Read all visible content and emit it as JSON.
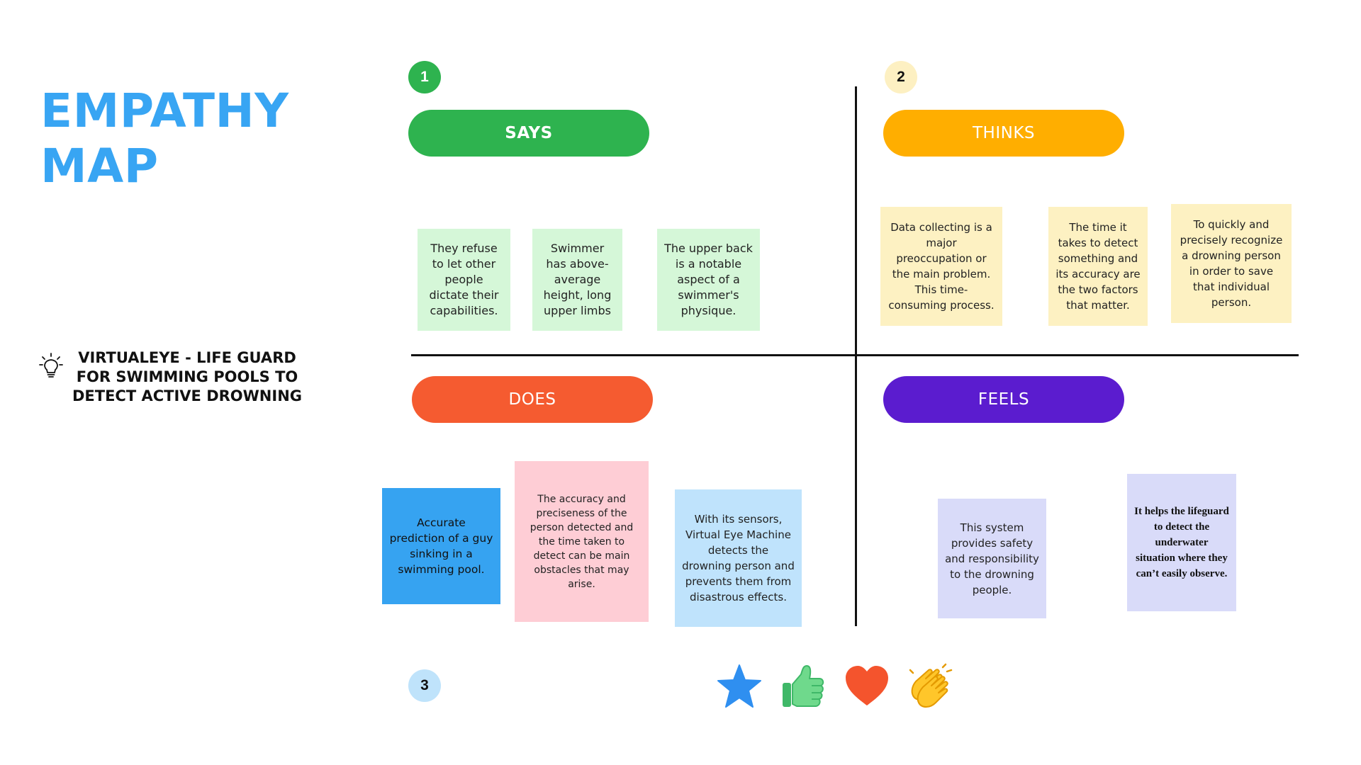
{
  "title": {
    "line1": "EMPATHY",
    "line2": "MAP"
  },
  "subtitle": {
    "text": "VIRTUALEYE - LIFE GUARD FOR SWIMMING POOLS TO DETECT ACTIVE DROWNING",
    "icon": "lightbulb-icon"
  },
  "numbers": [
    "1",
    "2",
    "3"
  ],
  "quadrants": {
    "says": {
      "label": "SAYS",
      "color": "#2eb34f"
    },
    "thinks": {
      "label": "THINKS",
      "color": "#ffae00"
    },
    "does": {
      "label": "DOES",
      "color": "#f55b30"
    },
    "feels": {
      "label": "FEELS",
      "color": "#5b1ccf"
    }
  },
  "notes": {
    "says": [
      "They refuse to let other people dictate their capabilities.",
      "Swimmer has above-average height, long upper limbs",
      "The upper back is a notable aspect of a swimmer's physique."
    ],
    "thinks": [
      "Data collecting is a major preoccupation or the main problem. This time-consuming process.",
      "The time it takes to detect something and its accuracy are the two factors that matter.",
      "To quickly and precisely recognize a drowning person in order to save that individual person."
    ],
    "does": [
      "Accurate prediction of a guy sinking in a swimming pool.",
      "The accuracy and preciseness of the person detected and the time taken to detect can be main obstacles that may arise.",
      "With its sensors, Virtual Eye Machine detects the drowning person and prevents them from disastrous effects."
    ],
    "feels": [
      "This system provides safety and responsibility to the drowning people.",
      "It helps the lifeguard to detect the underwater situation where they can’t easily observe."
    ]
  },
  "reactions": [
    "star-icon",
    "thumbs-up-icon",
    "heart-icon",
    "clapping-hands-icon"
  ]
}
